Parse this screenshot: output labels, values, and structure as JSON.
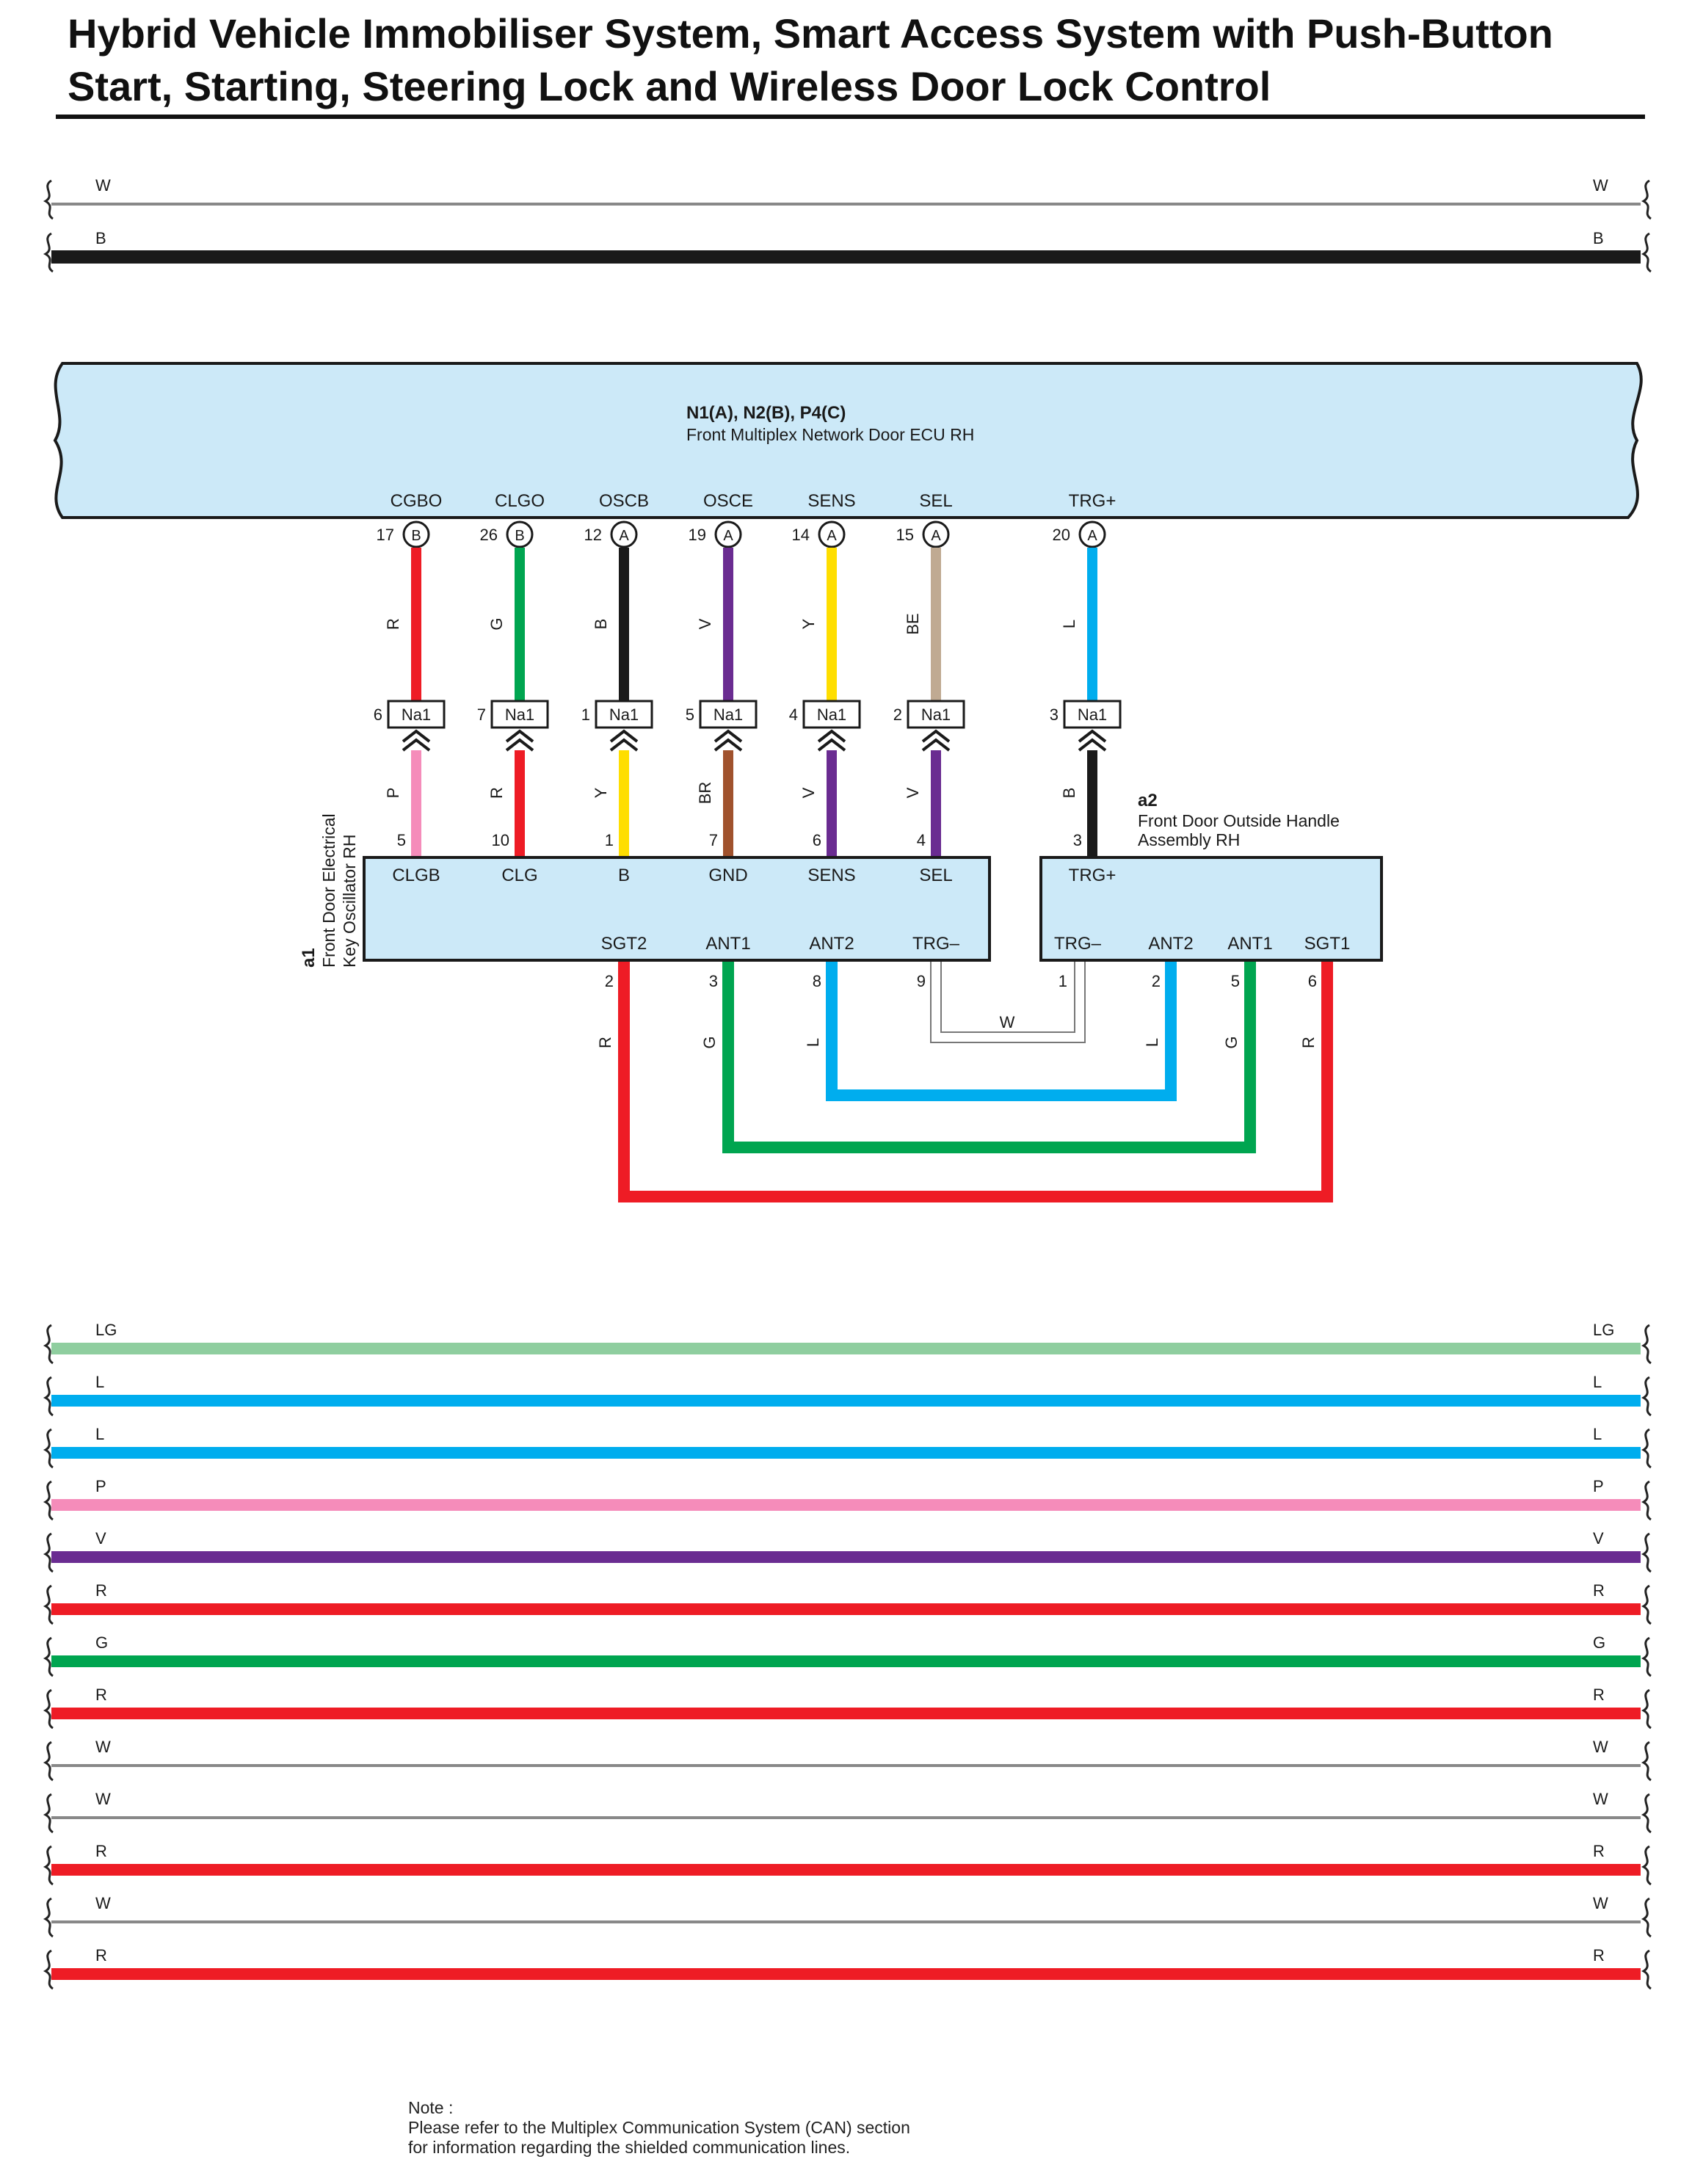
{
  "title": {
    "line1": "Hybrid Vehicle Immobiliser System, Smart Access System with Push-Button",
    "line2": "Start, Starting, Steering Lock and Wireless Door Lock Control"
  },
  "wire_colors": {
    "W": "#ffffff",
    "B": "#1a1a1a",
    "R": "#ee1c25",
    "G": "#00a550",
    "V": "#6a2c91",
    "Y": "#ffde00",
    "BE": "#c0aa92",
    "L": "#00adee",
    "P": "#f58cba",
    "BR": "#a0522d",
    "LG": "#8fce9f"
  },
  "top_bus": [
    {
      "color": "W"
    },
    {
      "color": "B"
    }
  ],
  "ecu": {
    "code": "N1(A), N2(B), P4(C)",
    "name": "Front Multiplex Network Door ECU RH",
    "pins": [
      {
        "signal": "CGBO",
        "pin": "17",
        "conn": "B",
        "wire": "R",
        "junction": "6",
        "junction_conn": "Na1",
        "lower_wire": "P",
        "lower_pin": "5"
      },
      {
        "signal": "CLGO",
        "pin": "26",
        "conn": "B",
        "wire": "G",
        "junction": "7",
        "junction_conn": "Na1",
        "lower_wire": "R",
        "lower_pin": "10"
      },
      {
        "signal": "OSCB",
        "pin": "12",
        "conn": "A",
        "wire": "B",
        "junction": "1",
        "junction_conn": "Na1",
        "lower_wire": "Y",
        "lower_pin": "1"
      },
      {
        "signal": "OSCE",
        "pin": "19",
        "conn": "A",
        "wire": "V",
        "junction": "5",
        "junction_conn": "Na1",
        "lower_wire": "BR",
        "lower_pin": "7"
      },
      {
        "signal": "SENS",
        "pin": "14",
        "conn": "A",
        "wire": "Y",
        "junction": "4",
        "junction_conn": "Na1",
        "lower_wire": "V",
        "lower_pin": "6"
      },
      {
        "signal": "SEL",
        "pin": "15",
        "conn": "A",
        "wire": "BE",
        "junction": "2",
        "junction_conn": "Na1",
        "lower_wire": "V",
        "lower_pin": "4"
      },
      {
        "signal": "TRG+",
        "pin": "20",
        "conn": "A",
        "wire": "L",
        "junction": "3",
        "junction_conn": "Na1",
        "lower_wire": "B",
        "lower_pin": "3"
      }
    ]
  },
  "a1": {
    "code": "a1",
    "name_line1": "Front Door Electrical",
    "name_line2": "Key Oscillator RH",
    "top_pins": [
      "CLGB",
      "CLG",
      "B",
      "GND",
      "SENS",
      "SEL"
    ],
    "bottom_pins": [
      {
        "signal": "SGT2",
        "pin": "2",
        "wire": "R"
      },
      {
        "signal": "ANT1",
        "pin": "3",
        "wire": "G"
      },
      {
        "signal": "ANT2",
        "pin": "8",
        "wire": "L"
      },
      {
        "signal": "TRG–",
        "pin": "9",
        "wire": "W"
      }
    ]
  },
  "a2": {
    "code": "a2",
    "name_line1": "Front Door Outside Handle",
    "name_line2": "Assembly RH",
    "top_pin": "TRG+",
    "bottom_pins": [
      {
        "signal": "TRG–",
        "pin": "1",
        "wire": "W"
      },
      {
        "signal": "ANT2",
        "pin": "2",
        "wire": "L"
      },
      {
        "signal": "ANT1",
        "pin": "5",
        "wire": "G"
      },
      {
        "signal": "SGT1",
        "pin": "6",
        "wire": "R"
      }
    ]
  },
  "loop_wire_label": "W",
  "bottom_bus": [
    {
      "color": "LG"
    },
    {
      "color": "L"
    },
    {
      "color": "L"
    },
    {
      "color": "P"
    },
    {
      "color": "V"
    },
    {
      "color": "R"
    },
    {
      "color": "G"
    },
    {
      "color": "R"
    },
    {
      "color": "W"
    },
    {
      "color": "W"
    },
    {
      "color": "R"
    },
    {
      "color": "W"
    },
    {
      "color": "R"
    }
  ],
  "note": {
    "heading": "Note :",
    "line1": "Please refer to the Multiplex Communication System (CAN) section",
    "line2": "for information regarding the shielded communication lines."
  }
}
